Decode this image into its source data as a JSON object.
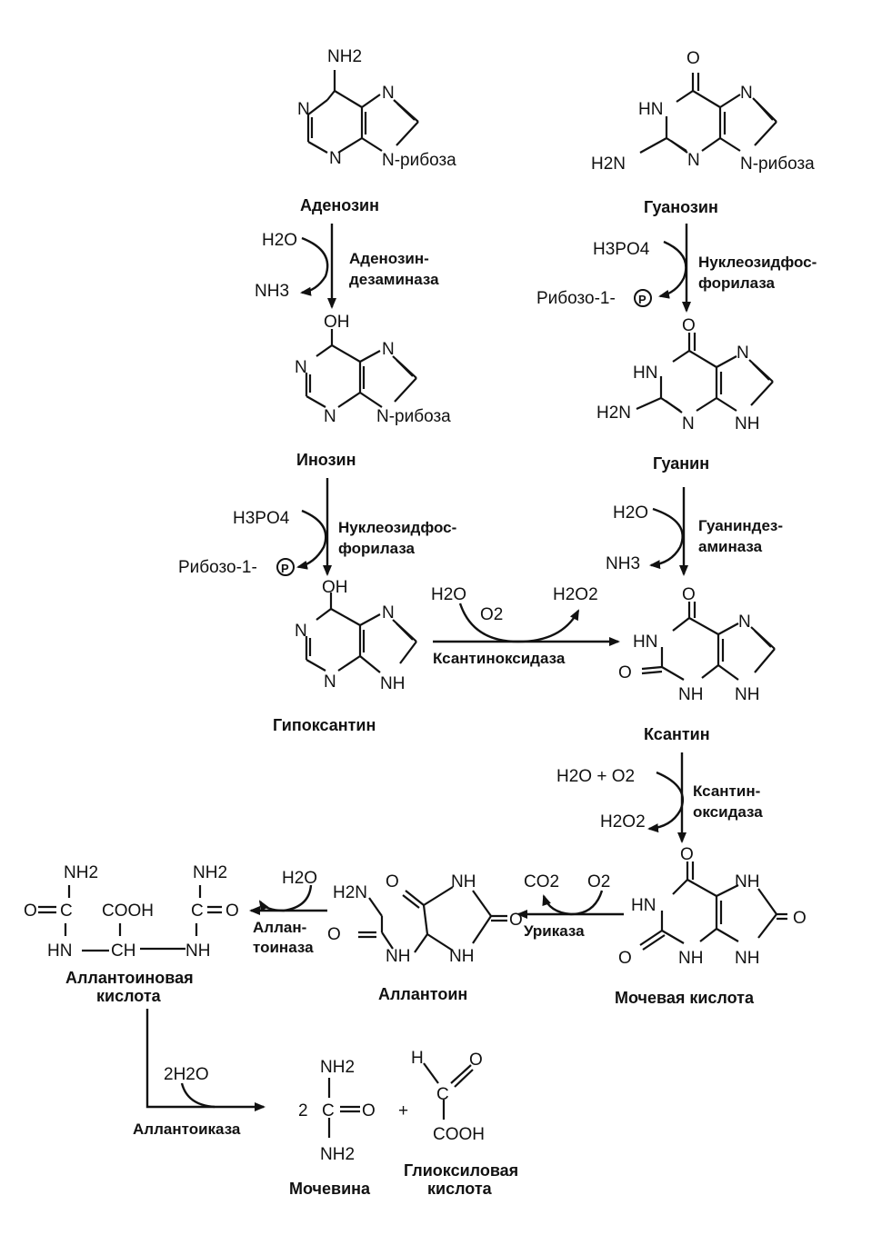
{
  "compounds": {
    "adenosine": {
      "name": "Аденозин",
      "NH2": "NH2",
      "N": "N",
      "Nrib": "N-рибоза"
    },
    "guanosine": {
      "name": "Гуанозин",
      "O": "O",
      "HN": "HN",
      "H2N": "H2N",
      "N": "N",
      "Nrib": "N-рибоза"
    },
    "inosine": {
      "name": "Инозин",
      "OH": "OH",
      "N": "N",
      "Nrib": "N-рибоза"
    },
    "guanine": {
      "name": "Гуанин",
      "O": "O",
      "HN": "HN",
      "H2N": "H2N",
      "N": "N",
      "NH": "NH"
    },
    "hypoxanthine": {
      "name": "Гипоксантин",
      "OH": "OH",
      "N": "N",
      "NH": "NH"
    },
    "xanthine": {
      "name": "Ксантин",
      "O": "O",
      "HN": "HN",
      "N": "N",
      "NH": "NH"
    },
    "uric_acid": {
      "name": "Мочевая кислота",
      "O": "O",
      "HN": "HN",
      "NH": "NH"
    },
    "allantoin": {
      "name": "Аллантоин",
      "H2N": "H2N",
      "O": "O",
      "NH": "NH"
    },
    "allantoic_acid": {
      "name": "Аллантоиновая кислота",
      "name_line1": "Аллантоиновая",
      "name_line2": "кислота",
      "NH2": "NH2",
      "O": "O",
      "C": "C",
      "COOH": "COOH",
      "HN": "HN",
      "CH": "CH",
      "NH": "NH"
    },
    "urea": {
      "name": "Мочевина",
      "coef": "2",
      "NH2": "NH2",
      "C": "C",
      "O": "O"
    },
    "glyoxylic_acid": {
      "name": "Глиоксиловая кислота",
      "name_line1": "Глиоксиловая",
      "name_line2": "кислота",
      "H": "H",
      "C": "C",
      "O": "O",
      "COOH": "COOH"
    }
  },
  "plus": "+",
  "reactions": [
    {
      "id": "adenosine-deaminase",
      "enzyme_line1": "Аденозин-",
      "enzyme_line2": "дезаминаза",
      "in": "H2O",
      "out": "NH3"
    },
    {
      "id": "nucleoside-phosphorylase-1",
      "enzyme_line1": "Нуклеозидфос-",
      "enzyme_line2": "форилаза",
      "in": "H3PO4",
      "out": "Рибозо-1-",
      "out_badge": "P"
    },
    {
      "id": "nucleoside-phosphorylase-2",
      "enzyme_line1": "Нуклеозидфос-",
      "enzyme_line2": "форилаза",
      "in": "H3PO4",
      "out": "Рибозо-1-",
      "out_badge": "P"
    },
    {
      "id": "guanine-deaminase",
      "enzyme_line1": "Гуаниндез-",
      "enzyme_line2": "аминаза",
      "in": "H2O",
      "out": "NH3"
    },
    {
      "id": "xanthine-oxidase-1",
      "enzyme": "Ксантиноксидаза",
      "in1": "H2O",
      "in2": "O2",
      "out": "H2O2"
    },
    {
      "id": "xanthine-oxidase-2",
      "enzyme_line1": "Ксантин-",
      "enzyme_line2": "оксидаза",
      "in": "H2O + O2",
      "out": "H2O2"
    },
    {
      "id": "uricase",
      "enzyme": "Уриказа",
      "in": "O2",
      "out": "CO2"
    },
    {
      "id": "allantoinase",
      "enzyme_line1": "Аллан-",
      "enzyme_line2": "тоиназа",
      "in": "H2O"
    },
    {
      "id": "allantoicase",
      "enzyme": "Аллантоиказа",
      "in": "2H2O"
    }
  ]
}
